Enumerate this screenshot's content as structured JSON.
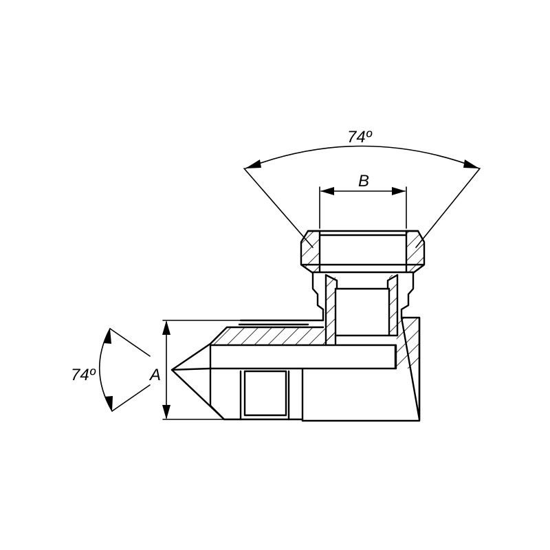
{
  "labels": {
    "top_angle": "74º",
    "top_bore": "B",
    "left_angle": "74º",
    "left_diameter": "A"
  },
  "colors": {
    "stroke": "#000000",
    "background": "#ffffff"
  }
}
